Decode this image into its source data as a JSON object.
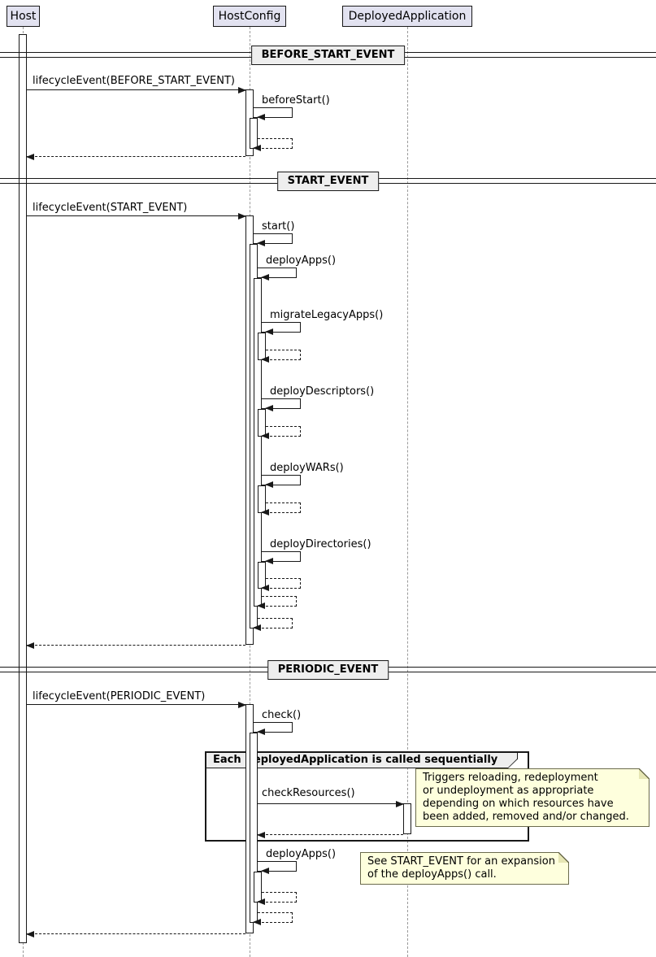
{
  "participants": [
    {
      "label": "Host"
    },
    {
      "label": "HostConfig"
    },
    {
      "label": "DeployedApplication"
    }
  ],
  "dividers": {
    "before_start": "BEFORE_START_EVENT",
    "start": "START_EVENT",
    "periodic": "PERIODIC_EVENT"
  },
  "messages": {
    "lifecycle_before_start": "lifecycleEvent(BEFORE_START_EVENT)",
    "before_start": "beforeStart()",
    "lifecycle_start": "lifecycleEvent(START_EVENT)",
    "start": "start()",
    "deploy_apps": "deployApps()",
    "migrate_legacy_apps": "migrateLegacyApps()",
    "deploy_descriptors": "deployDescriptors()",
    "deploy_wars": "deployWARs()",
    "deploy_directories": "deployDirectories()",
    "lifecycle_periodic": "lifecycleEvent(PERIODIC_EVENT)",
    "check": "check()",
    "check_resources": "checkResources()",
    "deploy_apps_periodic": "deployApps()"
  },
  "group": {
    "label": "Each DeployedApplication is called sequentially"
  },
  "notes": {
    "check_resources": "Triggers reloading, redeployment\nor undeployment as appropriate\ndepending on which resources have\nbeen added, removed and/or changed.",
    "deploy_apps": "See START_EVENT for an expansion\nof the deployApps() call."
  },
  "colors": {
    "participant_fill": "#E2E2F0",
    "note_fill": "#FEFFDD",
    "divider_fill": "#EEEEEE",
    "line": "#181818"
  }
}
